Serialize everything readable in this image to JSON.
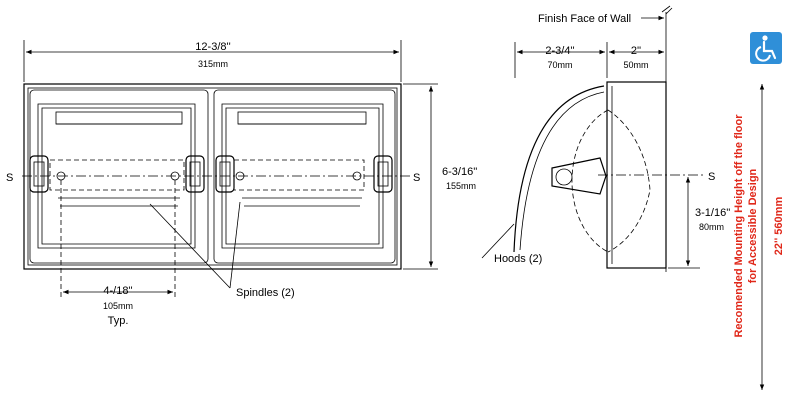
{
  "front_view": {
    "width_dim": "12-3/8''",
    "width_mm": "315mm",
    "height_dim": "6-3/16''",
    "height_mm": "155mm",
    "spindle_dim": "4-/18''",
    "spindle_mm": "105mm",
    "spindle_note": "Typ.",
    "spindles_label": "Spindles (2)",
    "section_left": "S",
    "section_right": "S"
  },
  "side_view": {
    "wall_label": "Finish Face of Wall",
    "depth_dim": "2-3/4''",
    "depth_mm": "70mm",
    "wall_dim": "2''",
    "wall_mm": "50mm",
    "spindle_height_dim": "3-1/16''",
    "spindle_height_mm": "80mm",
    "hoods_label": "Hoods (2)",
    "section_label": "S"
  },
  "mounting": {
    "line1": "Recomended Mounting Height off the floor",
    "line2": "for Accessible Design",
    "height": "22'' 560mm",
    "accent_color": "#e0281a"
  },
  "accessibility": {
    "icon": "wheelchair-icon",
    "color": "#2f8fd8"
  }
}
